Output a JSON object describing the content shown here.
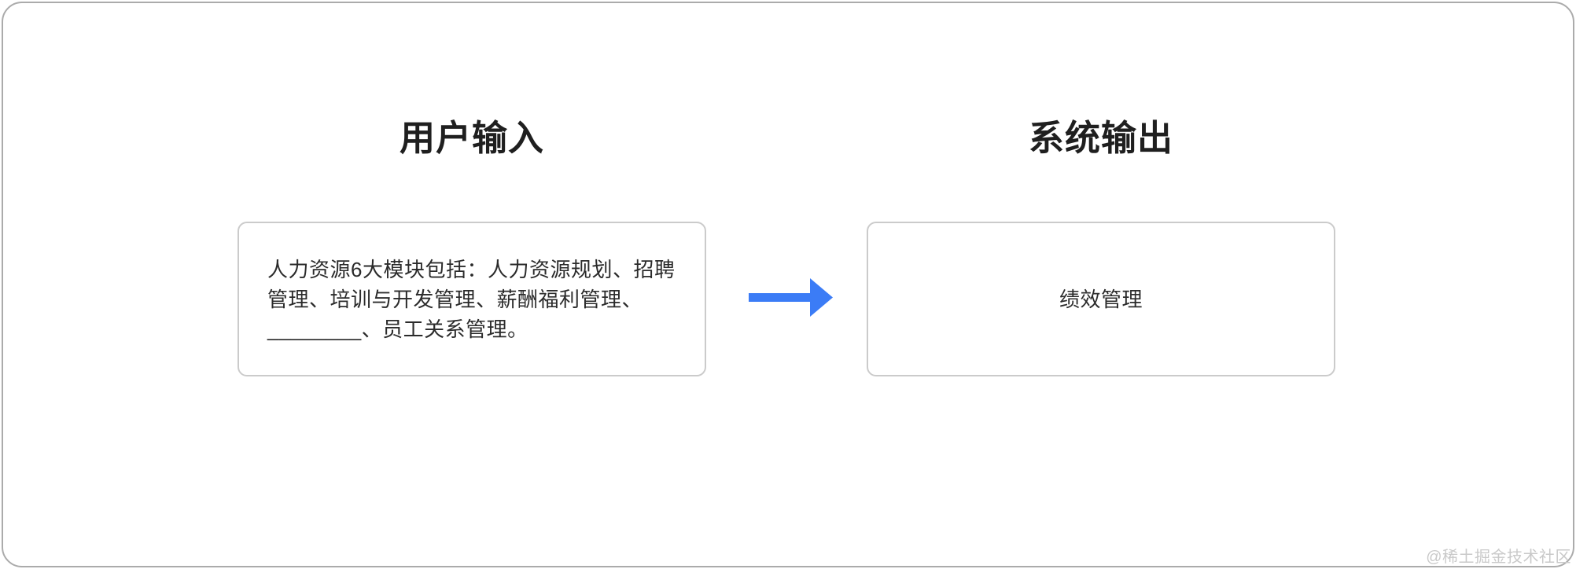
{
  "columns": {
    "input": {
      "title": "用户输入",
      "box_lines": {
        "line1": "人力资源6大模块包括：人力资源规划、招聘",
        "line2": "管理、培训与开发管理、薪酬福利管理、",
        "line3": "________、员工关系管理。"
      }
    },
    "output": {
      "title": "系统输出",
      "box_text": "绩效管理"
    }
  },
  "icons": {
    "arrow": "right-arrow-icon"
  },
  "colors": {
    "arrow_blue": "#3b7cf6",
    "frame_border": "#ababab",
    "card_border": "#cbcbcb",
    "title_text": "#1f1f1f",
    "body_text": "#2b2b2b",
    "watermark_text": "#c9c9c9"
  },
  "footer": {
    "watermark": "@稀土掘金技术社区"
  }
}
